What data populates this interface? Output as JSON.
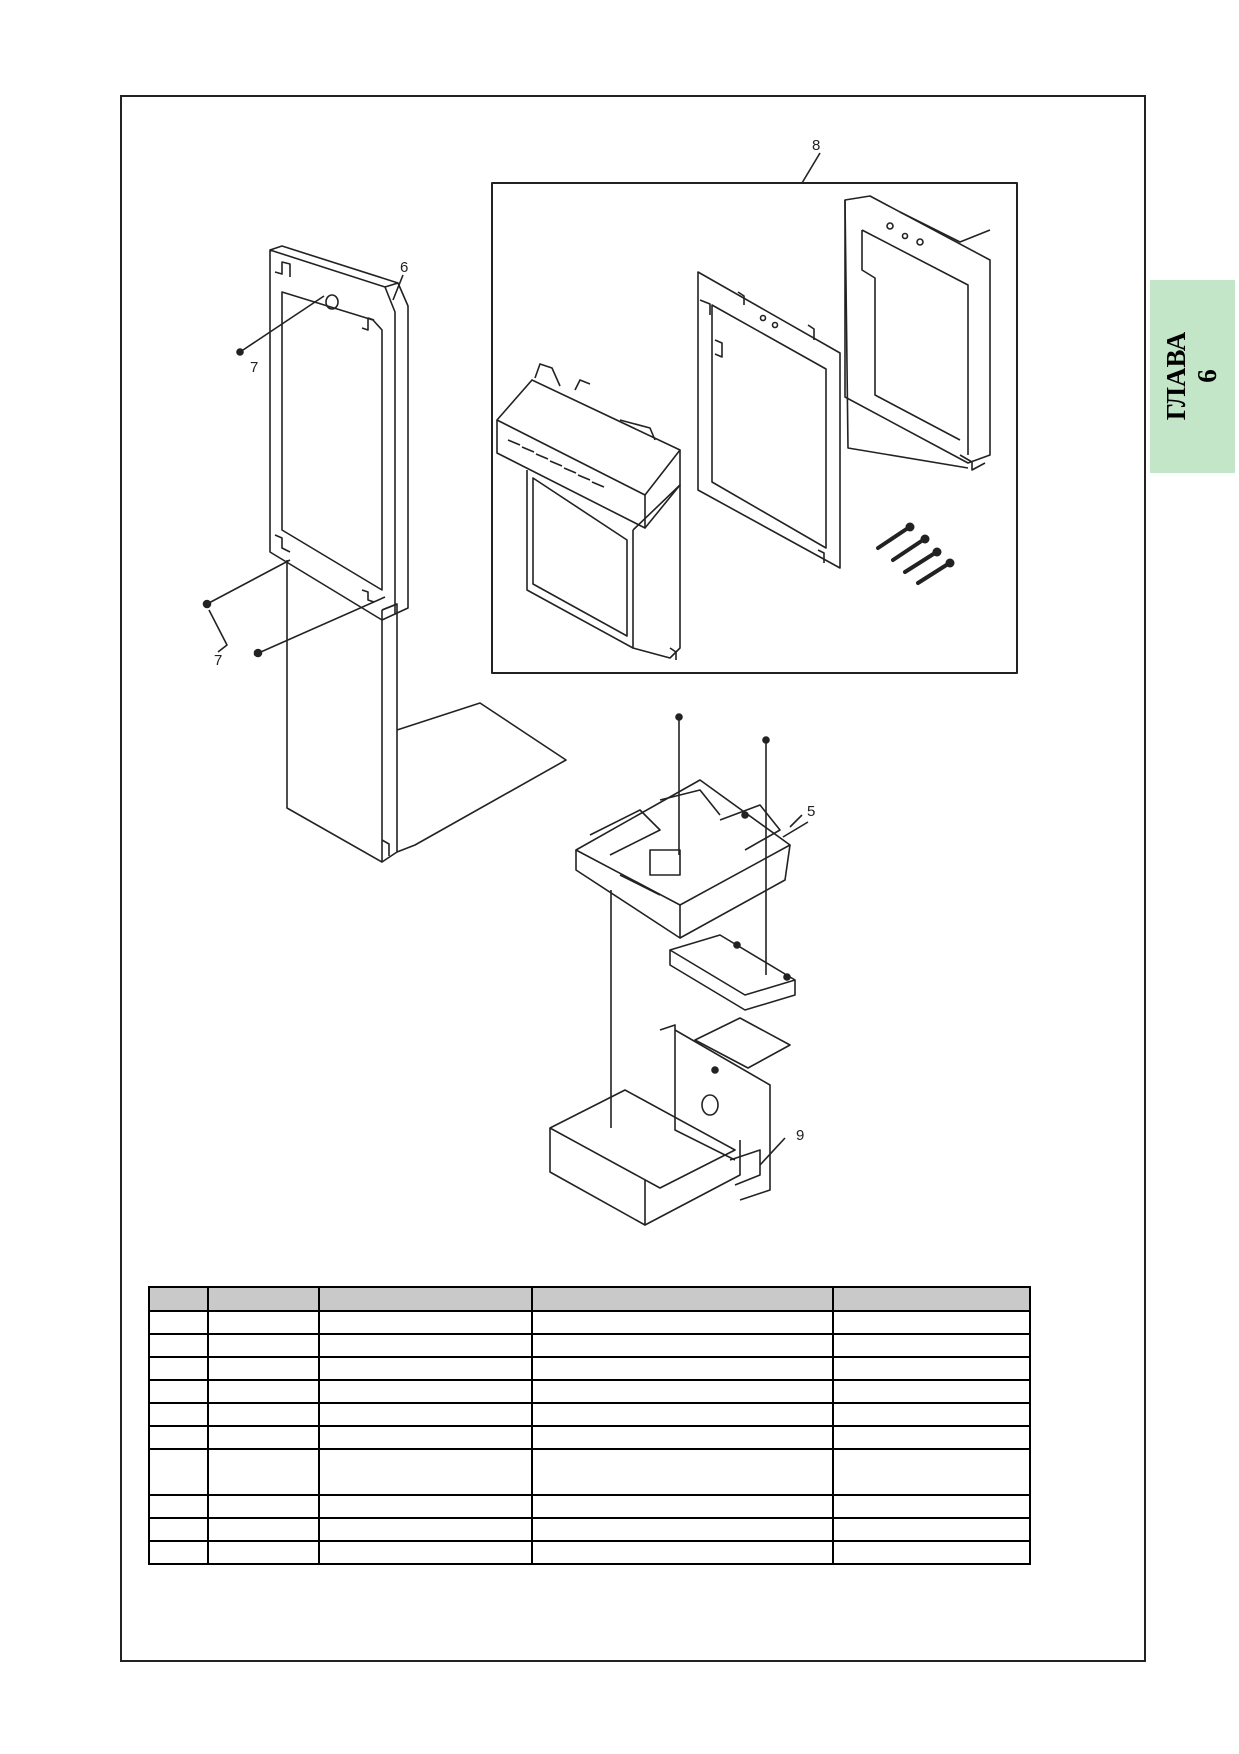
{
  "chapter_tab": {
    "line1": "ГЛАВА",
    "line2": "6"
  },
  "callouts": {
    "c5": "5",
    "c6": "6",
    "c7a": "7",
    "c7b": "7",
    "c8": "8",
    "c9": "9"
  },
  "parts_table": {
    "headers": [
      "",
      "",
      "",
      "",
      ""
    ],
    "rows": [
      [
        "",
        "",
        "",
        "",
        ""
      ],
      [
        "",
        "",
        "",
        "",
        ""
      ],
      [
        "",
        "",
        "",
        "",
        ""
      ],
      [
        "",
        "",
        "",
        "",
        ""
      ],
      [
        "",
        "",
        "",
        "",
        ""
      ],
      [
        "",
        "",
        "",
        "",
        ""
      ],
      [
        "",
        "",
        "",
        "",
        ""
      ],
      [
        "",
        "",
        "",
        "",
        ""
      ],
      [
        "",
        "",
        "",
        "",
        ""
      ],
      [
        "",
        "",
        "",
        "",
        ""
      ]
    ]
  }
}
